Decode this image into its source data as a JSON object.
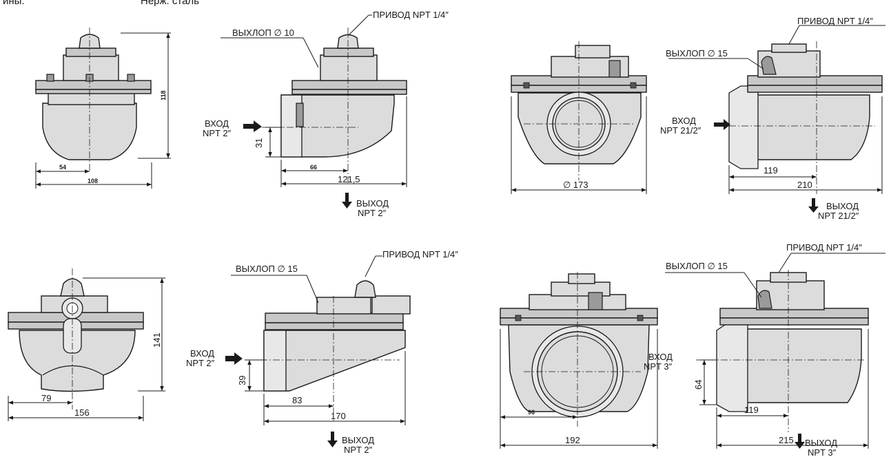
{
  "header_fragments": {
    "left": "ины.",
    "right": "Нерж. сталь"
  },
  "labels": {
    "privod": "ПРИВОД NPT 1/4″",
    "vyhlop_10": "ВЫХЛОП ∅ 10",
    "vyhlop_15": "ВЫХЛОП ∅ 15",
    "vhod": "ВХОД",
    "vyhod": "ВЫХОД",
    "npt_2": "NPT 2″",
    "npt_212": "NPT 21/2″",
    "npt_3": "NPT 3″"
  },
  "dimensions": {
    "v1_front": {
      "height": "118",
      "half": "54",
      "width": "108"
    },
    "v1_side": {
      "inlet_h": "31",
      "to_axis": "66",
      "length": "121,5"
    },
    "v2_front": {
      "diameter": "∅ 173"
    },
    "v2_side": {
      "to_axis": "119",
      "length": "210"
    },
    "v3_front": {
      "height": "141",
      "half": "79",
      "width": "156"
    },
    "v3_side": {
      "inlet_h": "39",
      "to_axis": "83",
      "length": "170"
    },
    "v4_front": {
      "half": "96",
      "width": "192"
    },
    "v4_side": {
      "inlet_h": "64",
      "to_axis": "119",
      "length": "215"
    }
  },
  "colors": {
    "line": "#1a1a1a",
    "body_fill": "#dcdcdc",
    "flange_fill": "#c8c8c8"
  }
}
